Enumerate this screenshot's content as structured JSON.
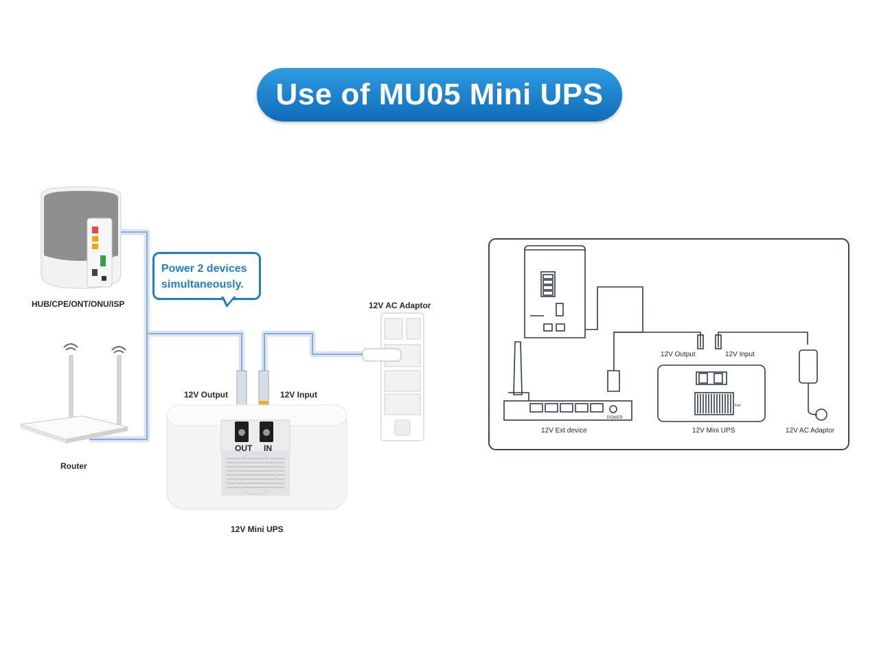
{
  "title": "Use of MU05 Mini UPS",
  "callout": {
    "line1": "Power 2 devices",
    "line2": "simultaneously."
  },
  "photo_labels": {
    "hub": "HUB/CPE/ONT/ONU/ISP",
    "router": "Router",
    "output": "12V Output",
    "input": "12V Input",
    "adaptor": "12V AC Adaptor",
    "ups": "12V Mini UPS",
    "port_out": "OUT",
    "port_in": "IN"
  },
  "schematic_labels": {
    "ext_device": "12V Ext device",
    "output": "12V Output",
    "input": "12V Input",
    "ups": "12V Mini UPS",
    "adaptor": "12V AC Adaptor",
    "power": "POWER",
    "fan": "Fan"
  },
  "colors": {
    "accent": "#1f7ec8",
    "title_top": "#2f9ce2",
    "title_bottom": "#0f6cb8",
    "cable_glow": "#cfe2f7"
  }
}
